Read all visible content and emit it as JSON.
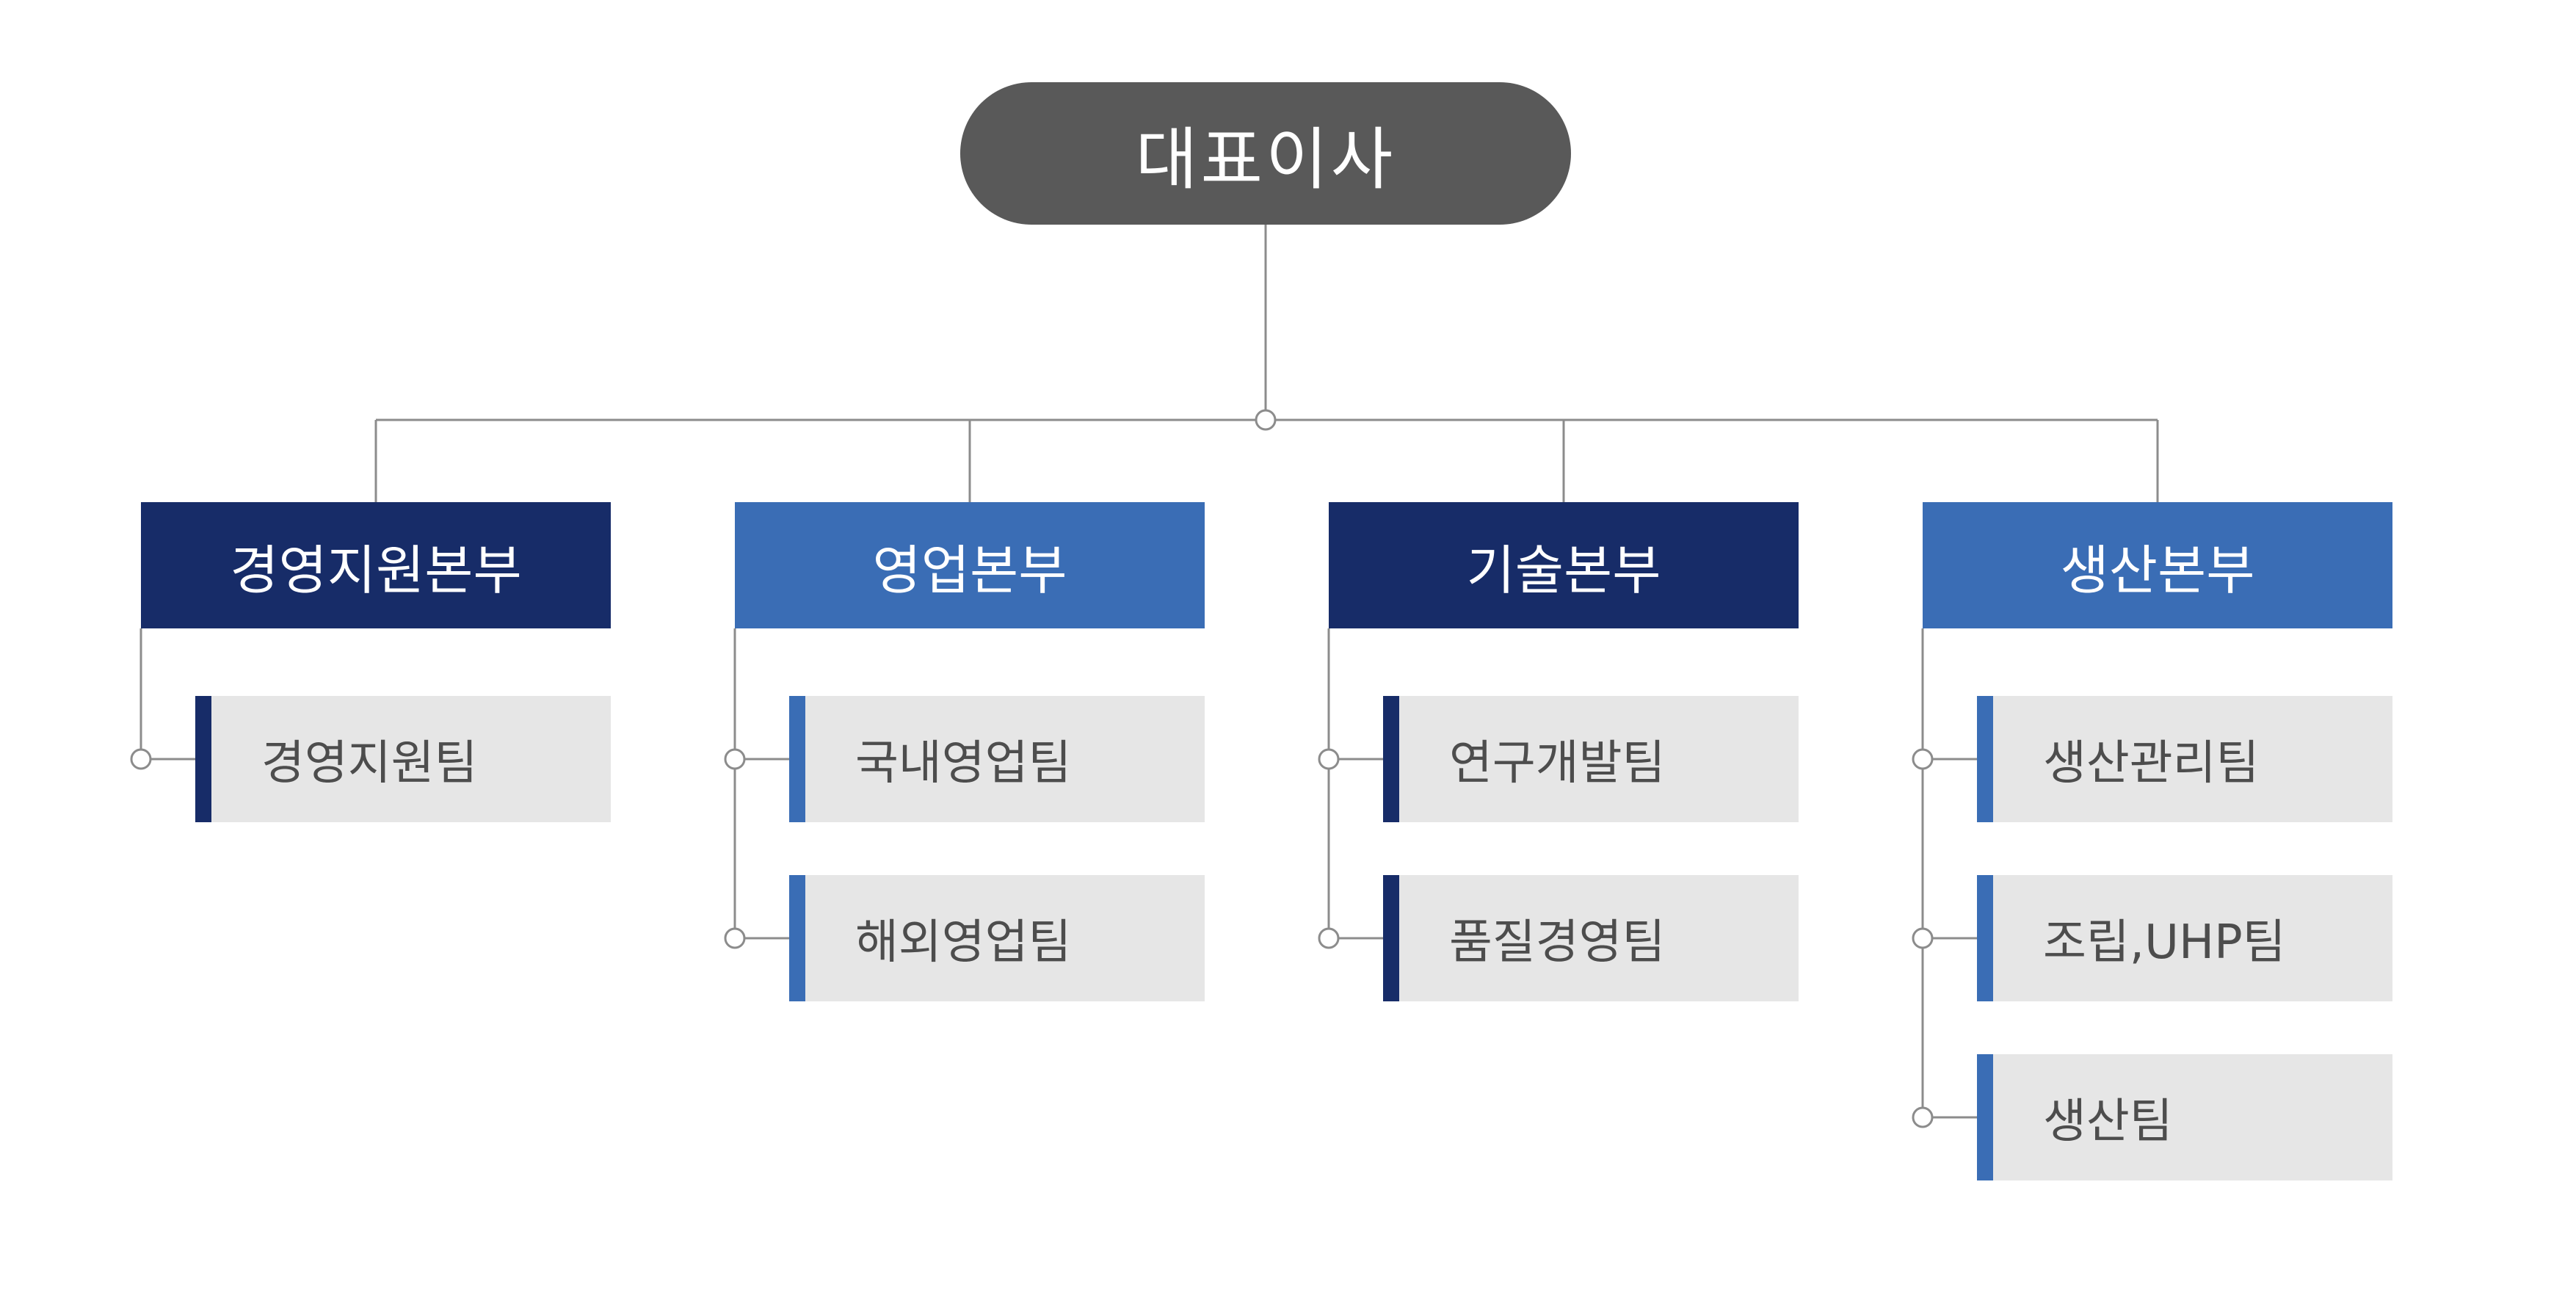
{
  "ceo": {
    "label": "대표이사",
    "color": "#595959"
  },
  "colors": {
    "dark_navy": "#172c68",
    "blue": "#3a6db5",
    "team_bg": "#e6e6e6",
    "line": "#8c8c8c"
  },
  "departments": [
    {
      "label": "경영지원본부",
      "color": "#172c68",
      "teams": [
        "경영지원팀"
      ]
    },
    {
      "label": "영업본부",
      "color": "#3a6db5",
      "teams": [
        "국내영업팀",
        "해외영업팀"
      ]
    },
    {
      "label": "기술본부",
      "color": "#172c68",
      "teams": [
        "연구개발팀",
        "품질경영팀"
      ]
    },
    {
      "label": "생산본부",
      "color": "#3a6db5",
      "teams": [
        "생산관리팀",
        "조립,UHP팀",
        "생산팀"
      ]
    }
  ]
}
